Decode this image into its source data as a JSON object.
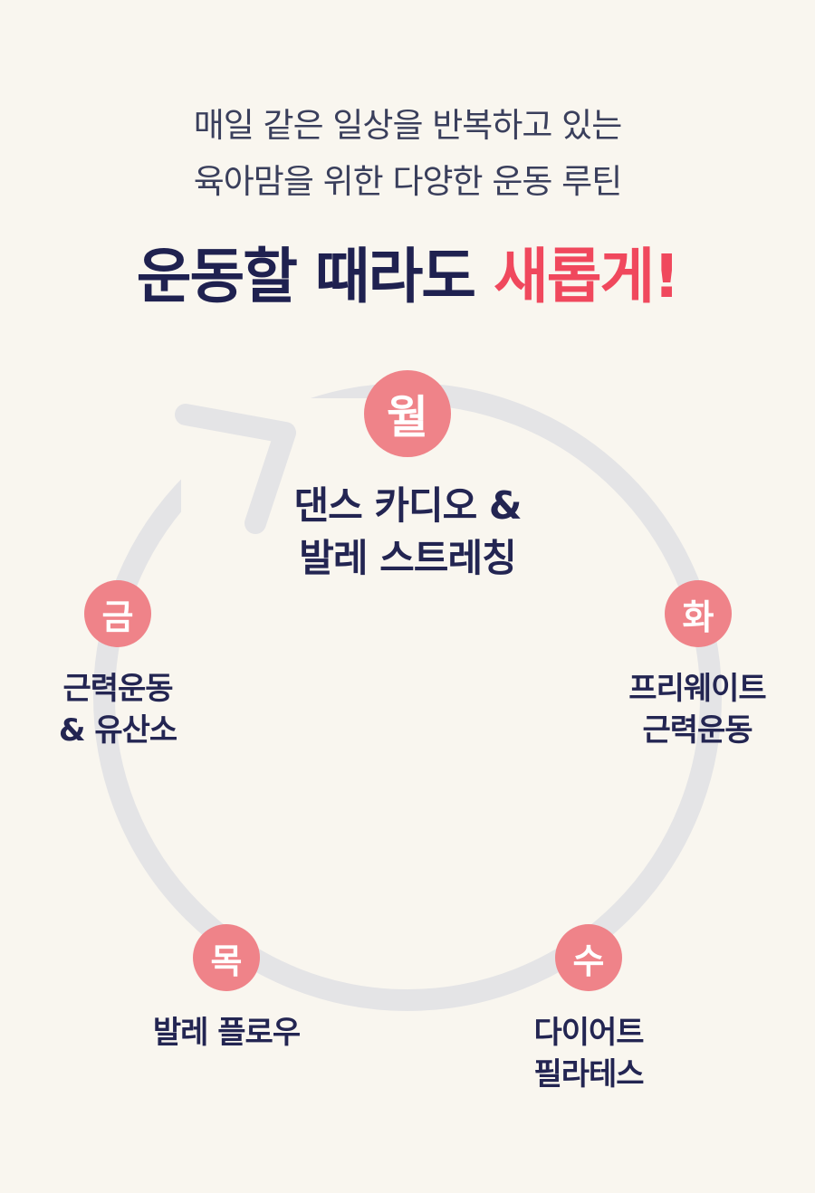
{
  "intro": {
    "line1": "매일 같은 일상을 반복하고 있는",
    "line2": "육아맘을 위한 다양한 운동 루틴"
  },
  "headline": {
    "main": "운동할 때라도",
    "accent": "새롭게!"
  },
  "colors": {
    "navy": "#1f2150",
    "accent_red": "#f0485d",
    "badge_pink": "#ef8389",
    "ring_gray": "#e4e4e6",
    "background": "#f9f6ef"
  },
  "routine": {
    "mon": {
      "day": "월",
      "line1": "댄스 카디오 &",
      "line2": "발레 스트레칭"
    },
    "tue": {
      "day": "화",
      "line1": "프리웨이트",
      "line2": "근력운동"
    },
    "wed": {
      "day": "수",
      "line1": "다이어트",
      "line2": "필라테스"
    },
    "thu": {
      "day": "목",
      "line1": "발레 플로우",
      "line2": ""
    },
    "fri": {
      "day": "금",
      "line1": "근력운동",
      "line2": "& 유산소"
    }
  }
}
